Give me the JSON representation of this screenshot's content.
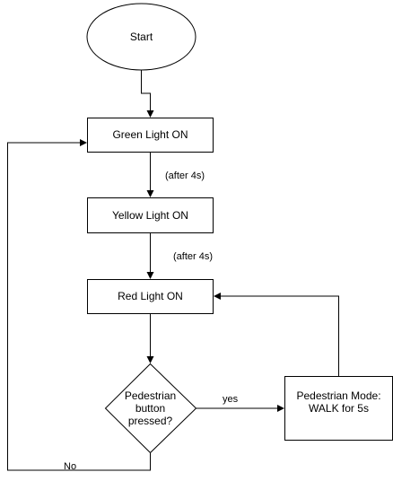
{
  "diagram": {
    "nodes": {
      "start": {
        "label": "Start",
        "shape": "ellipse"
      },
      "green": {
        "label": "Green Light ON",
        "shape": "rect"
      },
      "yellow": {
        "label": "Yellow Light ON",
        "shape": "rect"
      },
      "red": {
        "label": "Red Light ON",
        "shape": "rect"
      },
      "decision": {
        "label": "Pedestrian button pressed?",
        "shape": "diamond"
      },
      "walk": {
        "label": "Pedestrian Mode: WALK for 5s",
        "shape": "rect"
      }
    },
    "edges": {
      "green_to_yellow": {
        "label": "(after 4s)"
      },
      "yellow_to_red": {
        "label": "(after 4s)"
      },
      "decision_yes": {
        "label": "yes"
      },
      "decision_no": {
        "label": "No"
      }
    },
    "colors": {
      "stroke": "#000000",
      "fill": "#ffffff",
      "text": "#000000"
    }
  }
}
